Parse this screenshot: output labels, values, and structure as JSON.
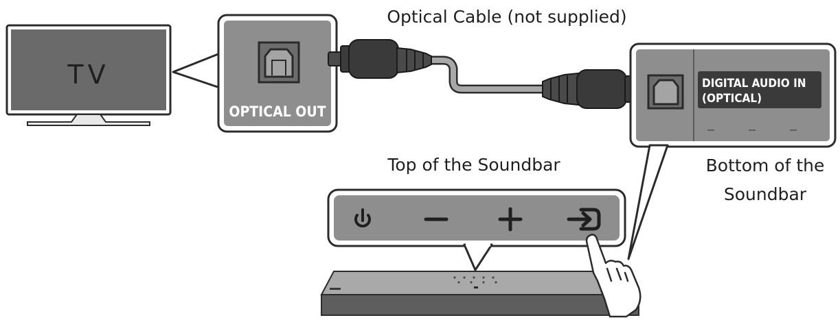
{
  "tv": {
    "label": "TV"
  },
  "tv_port": {
    "label": "OPTICAL OUT"
  },
  "cable": {
    "label": "Optical Cable (not supplied)"
  },
  "soundbar_port": {
    "label_line1": "DIGITAL AUDIO IN",
    "label_line2": "(OPTICAL)"
  },
  "captions": {
    "top": "Top of the Soundbar",
    "bottom_line1": "Bottom of the",
    "bottom_line2": "Soundbar"
  },
  "buttons": [
    {
      "name": "power",
      "glyph": "power-icon"
    },
    {
      "name": "volume-down",
      "glyph": "minus-icon"
    },
    {
      "name": "volume-up",
      "glyph": "plus-icon"
    },
    {
      "name": "source",
      "glyph": "source-icon"
    }
  ],
  "colors": {
    "screen": "#6a6a6a",
    "panel": "#8e8e8e",
    "dark": "#3a3a3a",
    "cable": "#a8a8a8",
    "outline": "#222222"
  }
}
